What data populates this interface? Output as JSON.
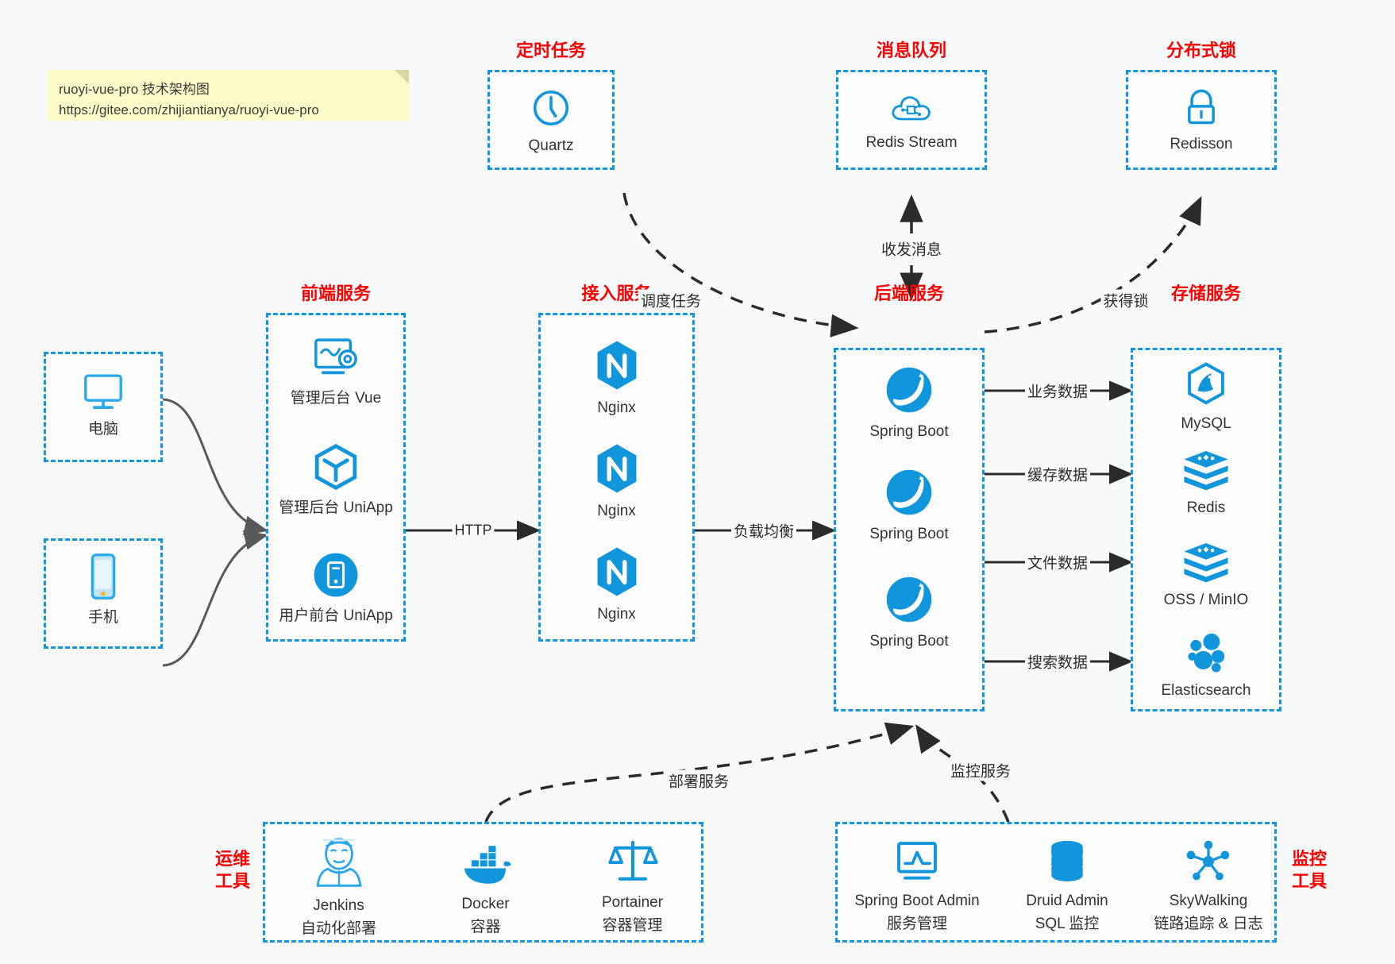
{
  "note": {
    "line1": "ruoyi-vue-pro 技术架构图",
    "line2": "https://gitee.com/zhijiantianya/ruoyi-vue-pro"
  },
  "colors": {
    "accent_blue": "#1296db",
    "title_red": "#ff0000",
    "note_yellow": "#fdfbc8",
    "background": "#f8f9fa",
    "edge_dark": "#2b2b2b",
    "client_arrow_gray": "#595959"
  },
  "groups": {
    "scheduled_task": {
      "title": "定时任务",
      "nodes": [
        {
          "label": "Quartz",
          "icon": "clock-icon"
        }
      ]
    },
    "message_queue": {
      "title": "消息队列",
      "nodes": [
        {
          "label": "Redis Stream",
          "icon": "cloud-stream-icon"
        }
      ]
    },
    "distributed_lock": {
      "title": "分布式锁",
      "nodes": [
        {
          "label": "Redisson",
          "icon": "lock-icon"
        }
      ]
    },
    "client_pc": {
      "nodes": [
        {
          "label": "电脑",
          "icon": "desktop-icon"
        }
      ]
    },
    "client_mobile": {
      "nodes": [
        {
          "label": "手机",
          "icon": "phone-icon"
        }
      ]
    },
    "frontend": {
      "title": "前端服务",
      "nodes": [
        {
          "label": "管理后台 Vue",
          "icon": "dashboard-gear-icon"
        },
        {
          "label": "管理后台 UniApp",
          "icon": "cube-icon"
        },
        {
          "label": "用户前台 UniApp",
          "icon": "mobile-circle-icon"
        }
      ]
    },
    "gateway": {
      "title": "接入服务",
      "nodes": [
        {
          "label": "Nginx",
          "icon": "nginx-icon"
        },
        {
          "label": "Nginx",
          "icon": "nginx-icon"
        },
        {
          "label": "Nginx",
          "icon": "nginx-icon"
        }
      ]
    },
    "backend": {
      "title": "后端服务",
      "nodes": [
        {
          "label": "Spring Boot",
          "icon": "spring-boot-icon"
        },
        {
          "label": "Spring Boot",
          "icon": "spring-boot-icon"
        },
        {
          "label": "Spring Boot",
          "icon": "spring-boot-icon"
        }
      ]
    },
    "storage": {
      "title": "存储服务",
      "nodes": [
        {
          "label": "MySQL",
          "icon": "mysql-icon"
        },
        {
          "label": "Redis",
          "icon": "redis-icon"
        },
        {
          "label": "OSS / MinIO",
          "icon": "oss-minio-icon"
        },
        {
          "label": "Elasticsearch",
          "icon": "elasticsearch-icon"
        }
      ]
    },
    "devops": {
      "title_line1": "运维",
      "title_line2": "工具",
      "nodes": [
        {
          "label": "Jenkins",
          "sublabel": "自动化部署",
          "icon": "jenkins-icon"
        },
        {
          "label": "Docker",
          "sublabel": "容器",
          "icon": "docker-icon"
        },
        {
          "label": "Portainer",
          "sublabel": "容器管理",
          "icon": "scales-icon"
        }
      ]
    },
    "monitoring": {
      "title_line1": "监控",
      "title_line2": "工具",
      "nodes": [
        {
          "label": "Spring Boot Admin",
          "sublabel": "服务管理",
          "icon": "monitor-chart-icon"
        },
        {
          "label": "Druid Admin",
          "sublabel": "SQL 监控",
          "icon": "database-icon"
        },
        {
          "label": "SkyWalking",
          "sublabel": "链路追踪 & 日志",
          "icon": "skywalking-icon"
        }
      ]
    }
  },
  "edges": [
    {
      "id": "schedule-task",
      "label": "调度任务"
    },
    {
      "id": "send-recv-message",
      "label": "收发消息"
    },
    {
      "id": "acquire-lock",
      "label": "获得锁"
    },
    {
      "id": "http",
      "label": "HTTP"
    },
    {
      "id": "load-balance",
      "label": "负载均衡"
    },
    {
      "id": "business-data",
      "label": "业务数据"
    },
    {
      "id": "cache-data",
      "label": "缓存数据"
    },
    {
      "id": "file-data",
      "label": "文件数据"
    },
    {
      "id": "search-data",
      "label": "搜索数据"
    },
    {
      "id": "deploy-service",
      "label": "部署服务"
    },
    {
      "id": "monitor-service",
      "label": "监控服务"
    }
  ]
}
